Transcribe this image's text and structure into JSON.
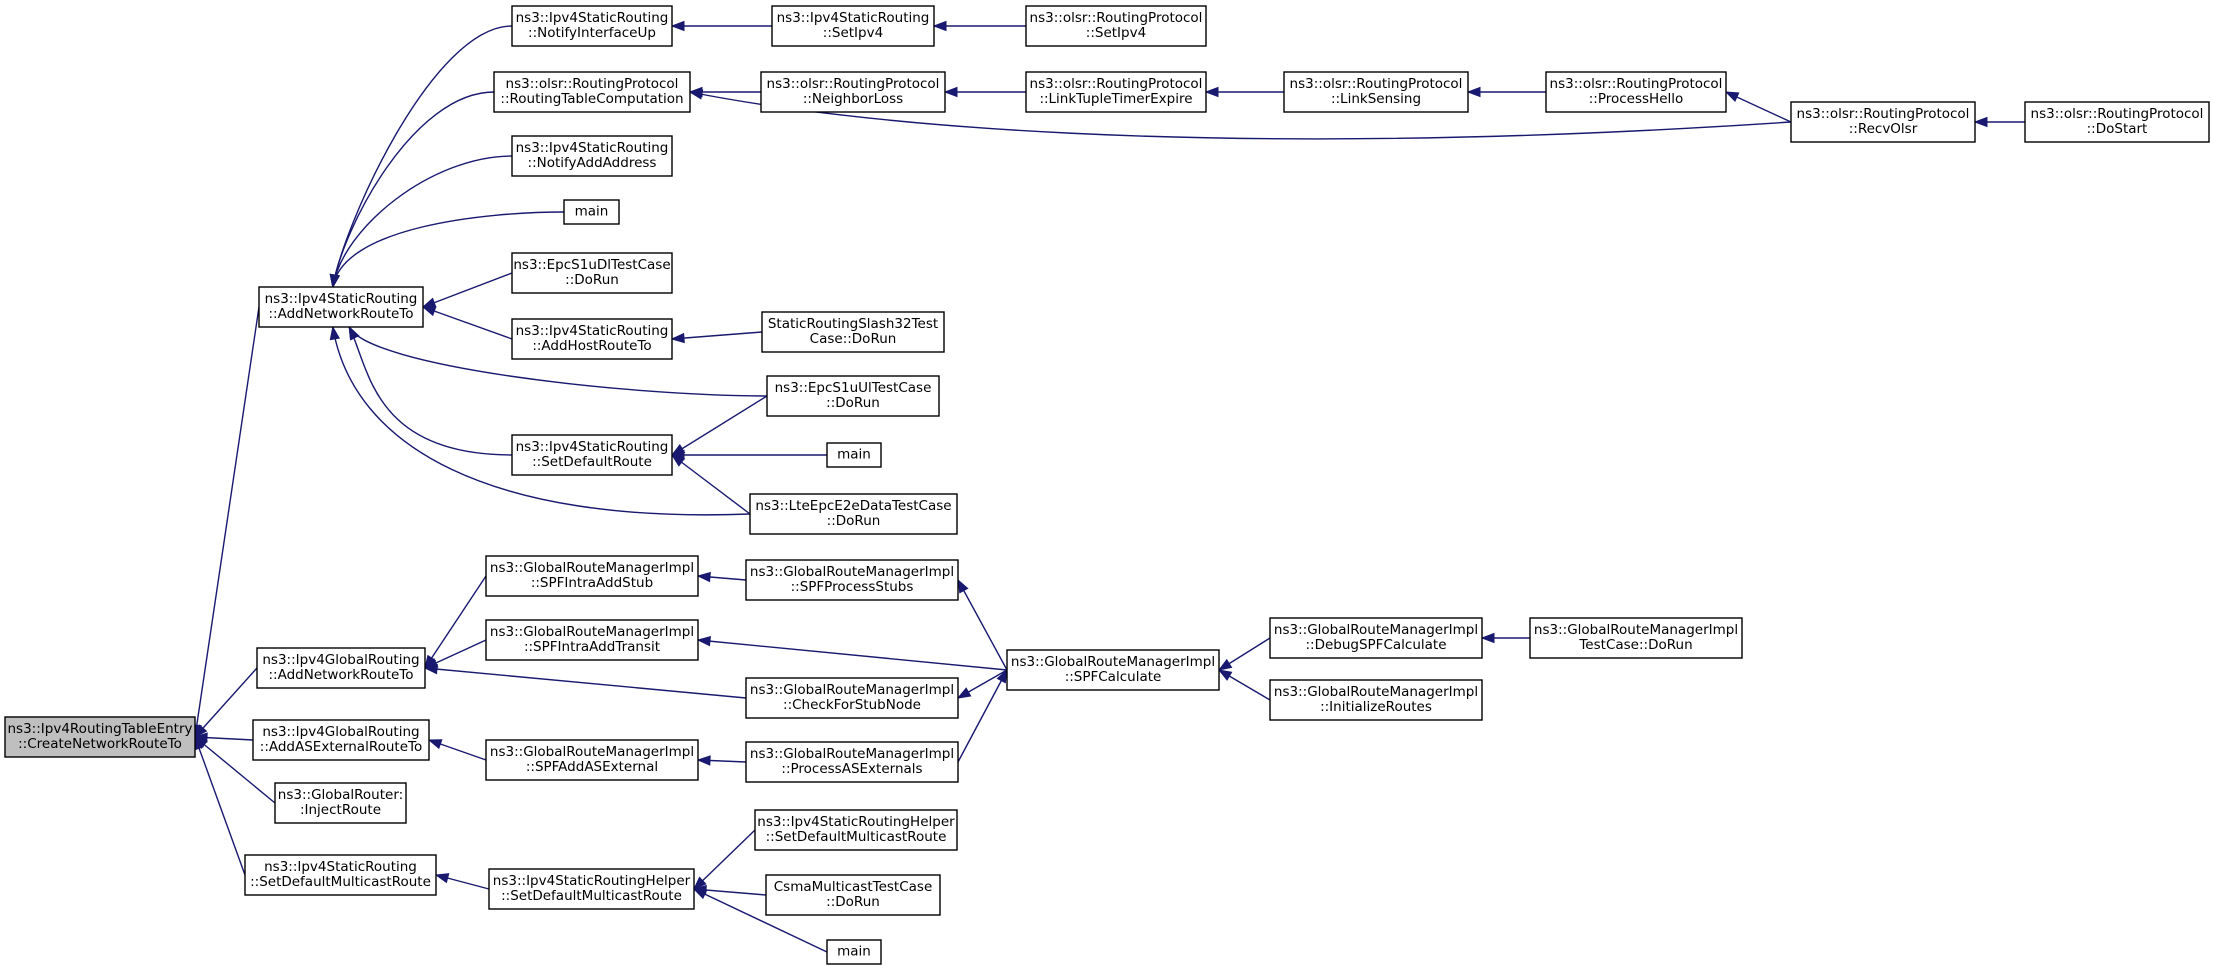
{
  "colors": {
    "edge": "#191970",
    "root_fill": "#bfbfbf",
    "node_fill": "#ffffff",
    "border": "#000000"
  },
  "nodes": {
    "root": {
      "lines": [
        "ns3::Ipv4RoutingTableEntry",
        "::CreateNetworkRouteTo"
      ]
    },
    "sANRT": {
      "lines": [
        "ns3::Ipv4StaticRouting",
        "::AddNetworkRouteTo"
      ]
    },
    "gANRT": {
      "lines": [
        "ns3::Ipv4GlobalRouting",
        "::AddNetworkRouteTo"
      ]
    },
    "gAASE": {
      "lines": [
        "ns3::Ipv4GlobalRouting",
        "::AddASExternalRouteTo"
      ]
    },
    "grInj": {
      "lines": [
        "ns3::GlobalRouter:",
        ":InjectRoute"
      ]
    },
    "sSDMR": {
      "lines": [
        "ns3::Ipv4StaticRouting",
        "::SetDefaultMulticastRoute"
      ]
    },
    "nIfUp": {
      "lines": [
        "ns3::Ipv4StaticRouting",
        "::NotifyInterfaceUp"
      ]
    },
    "rtc": {
      "lines": [
        "ns3::olsr::RoutingProtocol",
        "::RoutingTableComputation"
      ]
    },
    "nAddA": {
      "lines": [
        "ns3::Ipv4StaticRouting",
        "::NotifyAddAddress"
      ]
    },
    "main1": {
      "lines": [
        "main"
      ]
    },
    "epcDl": {
      "lines": [
        "ns3::EpcS1uDlTestCase",
        "::DoRun"
      ]
    },
    "aHost": {
      "lines": [
        "ns3::Ipv4StaticRouting",
        "::AddHostRouteTo"
      ]
    },
    "sDef": {
      "lines": [
        "ns3::Ipv4StaticRouting",
        "::SetDefaultRoute"
      ]
    },
    "setIpv4": {
      "lines": [
        "ns3::Ipv4StaticRouting",
        "::SetIpv4"
      ]
    },
    "olsrSet": {
      "lines": [
        "ns3::olsr::RoutingProtocol",
        "::SetIpv4"
      ]
    },
    "nLoss": {
      "lines": [
        "ns3::olsr::RoutingProtocol",
        "::NeighborLoss"
      ]
    },
    "ltte": {
      "lines": [
        "ns3::olsr::RoutingProtocol",
        "::LinkTupleTimerExpire"
      ]
    },
    "lSense": {
      "lines": [
        "ns3::olsr::RoutingProtocol",
        "::LinkSensing"
      ]
    },
    "pHello": {
      "lines": [
        "ns3::olsr::RoutingProtocol",
        "::ProcessHello"
      ]
    },
    "recv": {
      "lines": [
        "ns3::olsr::RoutingProtocol",
        "::RecvOlsr"
      ]
    },
    "doStart": {
      "lines": [
        "ns3::olsr::RoutingProtocol",
        "::DoStart"
      ]
    },
    "slash32": {
      "lines": [
        "StaticRoutingSlash32Test",
        "Case::DoRun"
      ]
    },
    "epcUl": {
      "lines": [
        "ns3::EpcS1uUlTestCase",
        "::DoRun"
      ]
    },
    "main2": {
      "lines": [
        "main"
      ]
    },
    "lteE2e": {
      "lines": [
        "ns3::LteEpcE2eDataTestCase",
        "::DoRun"
      ]
    },
    "spfStub": {
      "lines": [
        "ns3::GlobalRouteManagerImpl",
        "::SPFIntraAddStub"
      ]
    },
    "spfTr": {
      "lines": [
        "ns3::GlobalRouteManagerImpl",
        "::SPFIntraAddTransit"
      ]
    },
    "spfAS": {
      "lines": [
        "ns3::GlobalRouteManagerImpl",
        "::SPFAddASExternal"
      ]
    },
    "pStubs": {
      "lines": [
        "ns3::GlobalRouteManagerImpl",
        "::SPFProcessStubs"
      ]
    },
    "chkStub": {
      "lines": [
        "ns3::GlobalRouteManagerImpl",
        "::CheckForStubNode"
      ]
    },
    "pASE": {
      "lines": [
        "ns3::GlobalRouteManagerImpl",
        "::ProcessASExternals"
      ]
    },
    "spfCalc": {
      "lines": [
        "ns3::GlobalRouteManagerImpl",
        "::SPFCalculate"
      ]
    },
    "dbgSPF": {
      "lines": [
        "ns3::GlobalRouteManagerImpl",
        "::DebugSPFCalculate"
      ]
    },
    "initR": {
      "lines": [
        "ns3::GlobalRouteManagerImpl",
        "::InitializeRoutes"
      ]
    },
    "grmTest": {
      "lines": [
        "ns3::GlobalRouteManagerImpl",
        "TestCase::DoRun"
      ]
    },
    "hSDMR": {
      "lines": [
        "ns3::Ipv4StaticRoutingHelper",
        "::SetDefaultMulticastRoute"
      ]
    },
    "hSDMR2": {
      "lines": [
        "ns3::Ipv4StaticRoutingHelper",
        "::SetDefaultMulticastRoute"
      ]
    },
    "csma": {
      "lines": [
        "CsmaMulticastTestCase",
        "::DoRun"
      ]
    },
    "main3": {
      "lines": [
        "main"
      ]
    }
  }
}
